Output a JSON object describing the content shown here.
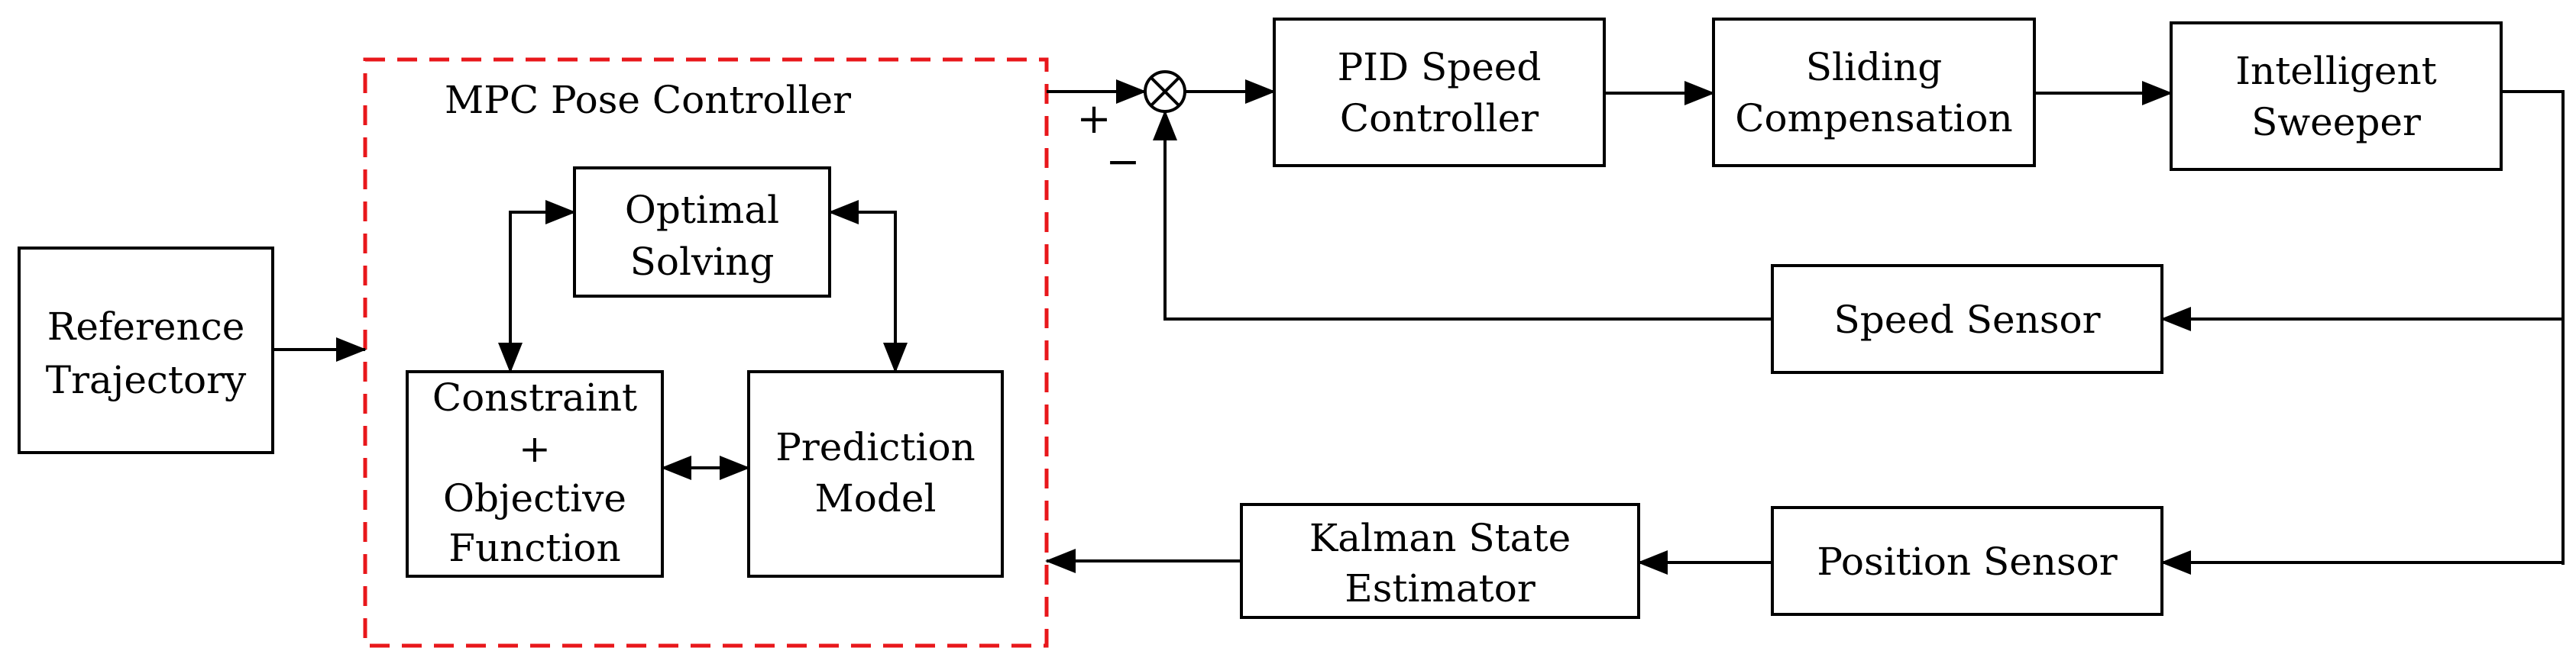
{
  "colors": {
    "dashed_boundary": "#e8171b",
    "stroke": "#000000",
    "background": "#ffffff"
  },
  "blocks": {
    "reference_trajectory": [
      "Reference",
      "Trajectory"
    ],
    "mpc_pose_controller": "MPC Pose Controller",
    "optimal_solving": [
      "Optimal",
      "Solving"
    ],
    "constraint_objective": [
      "Constraint",
      "+",
      "Objective",
      "Function"
    ],
    "prediction_model": [
      "Prediction",
      "Model"
    ],
    "pid_speed_controller": [
      "PID Speed",
      "Controller"
    ],
    "sliding_compensation": [
      "Sliding",
      "Compensation"
    ],
    "intelligent_sweeper": [
      "Intelligent",
      "Sweeper"
    ],
    "speed_sensor": "Speed Sensor",
    "kalman_state_estimator": [
      "Kalman State",
      "Estimator"
    ],
    "position_sensor": "Position Sensor"
  },
  "summing_junction": {
    "plus_sign": "+",
    "minus_sign": "−",
    "symbol": "sum-junction-icon"
  }
}
